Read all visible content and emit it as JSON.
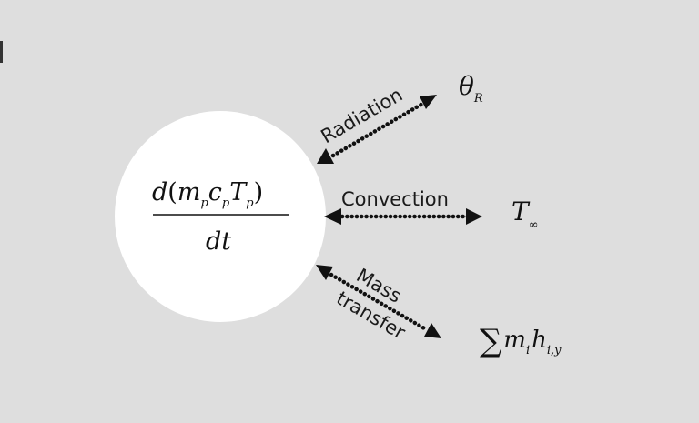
{
  "node": {
    "numerator": {
      "d": "d",
      "open": "(",
      "m": "m",
      "m_sub": "p",
      "c": "c",
      "c_sub": "p",
      "T": "T",
      "T_sub": "p",
      "close": ")"
    },
    "denominator": "dt"
  },
  "arrows": [
    {
      "label": "Radiation",
      "target": {
        "main": "θ",
        "sub": "R"
      }
    },
    {
      "label": "Convection",
      "target": {
        "main": "T",
        "sub": "∞"
      }
    },
    {
      "label_line1": "Mass",
      "label_line2": "transfer",
      "target": {
        "sigma": "∑",
        "m": "m",
        "m_sub": "i",
        "h": "h",
        "h_sub": "i,y"
      }
    }
  ],
  "colors": {
    "background": "#dedede",
    "node_fill": "#ffffff",
    "ink": "#111111"
  }
}
